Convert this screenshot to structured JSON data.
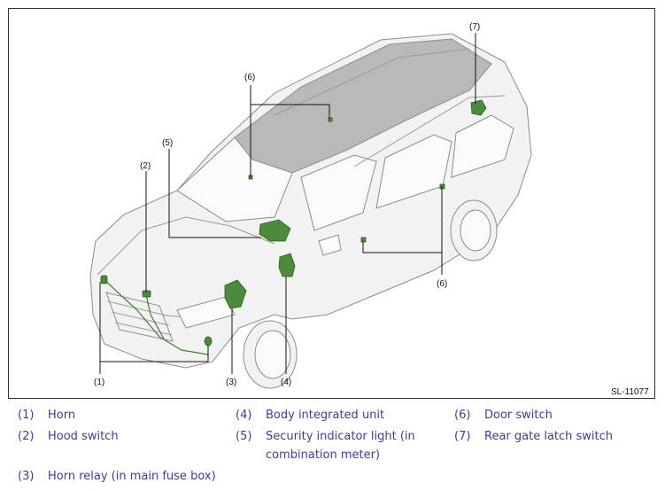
{
  "figure": {
    "code": "SL-11077",
    "callouts": [
      "(1)",
      "(2)",
      "(3)",
      "(4)",
      "(5)",
      "(6)",
      "(6)",
      "(7)"
    ]
  },
  "legend": [
    {
      "num": "(1)",
      "text": "Horn"
    },
    {
      "num": "(2)",
      "text": "Hood switch"
    },
    {
      "num": "(3)",
      "text": "Horn relay (in main fuse box)"
    },
    {
      "num": "(4)",
      "text": "Body integrated unit"
    },
    {
      "num": "(5)",
      "text": "Security indicator light (in combination meter)"
    },
    {
      "num": "(6)",
      "text": "Door switch"
    },
    {
      "num": "(7)",
      "text": "Rear gate latch switch"
    }
  ],
  "colors": {
    "legend_text": "#3b3f8f",
    "component": "#4e8a3b"
  }
}
